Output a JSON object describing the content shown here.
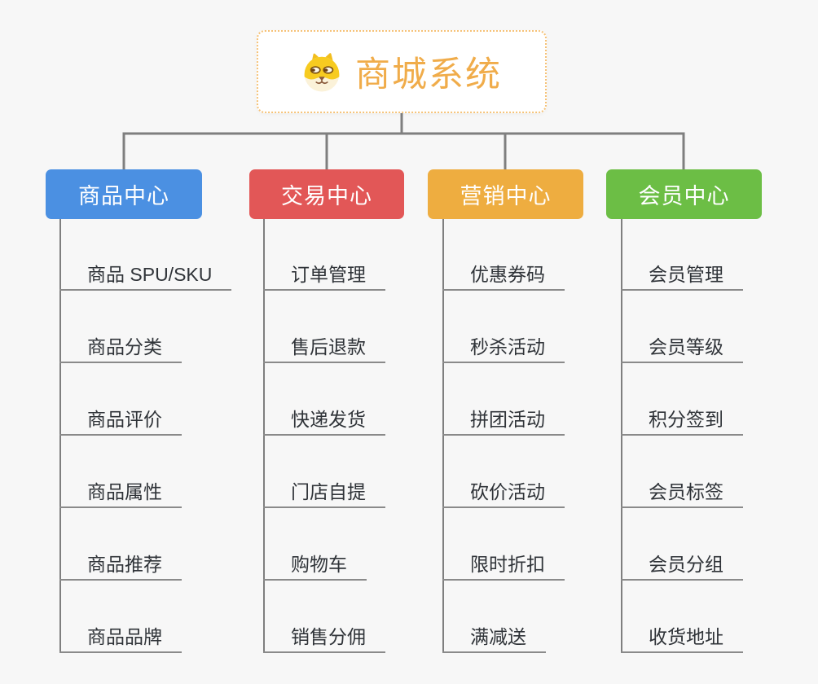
{
  "canvas": {
    "background": "#f7f7f7"
  },
  "connector_color": "#7f7f7f",
  "root": {
    "title": "商城系统",
    "title_color": "#f0ac4a",
    "border_color": "#f6c277",
    "icon": "dog-face-icon"
  },
  "branches": [
    {
      "label": "商品中心",
      "color": "#4b90e2",
      "items": [
        "商品 SPU/SKU",
        "商品分类",
        "商品评价",
        "商品属性",
        "商品推荐",
        "商品品牌"
      ]
    },
    {
      "label": "交易中心",
      "color": "#e25757",
      "items": [
        "订单管理",
        "售后退款",
        "快递发货",
        "门店自提",
        "购物车",
        "销售分佣"
      ]
    },
    {
      "label": "营销中心",
      "color": "#eead40",
      "items": [
        "优惠券码",
        "秒杀活动",
        "拼团活动",
        "砍价活动",
        "限时折扣",
        "满减送"
      ]
    },
    {
      "label": "会员中心",
      "color": "#6cbe45",
      "items": [
        "会员管理",
        "会员等级",
        "积分签到",
        "会员标签",
        "会员分组",
        "收货地址"
      ]
    }
  ]
}
